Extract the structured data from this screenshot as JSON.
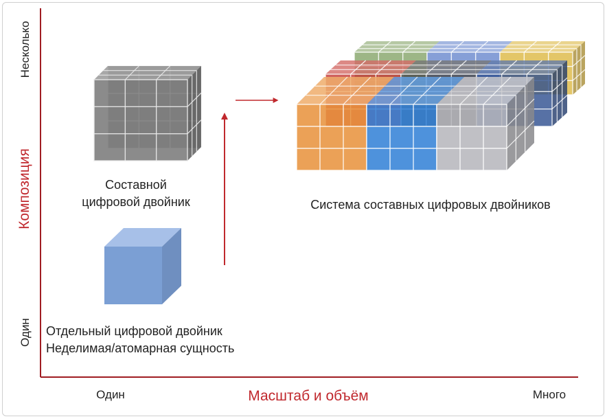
{
  "axes": {
    "y_title": "Композиция",
    "y_top": "Несколько",
    "y_bottom": "Один",
    "x_title": "Масштаб и объём",
    "x_left": "Один",
    "x_right": "Много"
  },
  "items": {
    "composite_line1": "Составной",
    "composite_line2": "цифровой двойник",
    "system_label": "Система составных цифровых двойников",
    "single_line1": "Отдельный цифровой двойник",
    "single_line2": "Неделимая/атомарная сущность"
  },
  "colors": {
    "accent": "#c0282d",
    "axis": "#a01c22",
    "single_cube": "#7b9fd4",
    "composite_cube": "#6e6e6e",
    "system_front": [
      "#e8913a",
      "#2f7fd6",
      "#b5b5bb"
    ],
    "system_middle": [
      "#c43a34",
      "#4a4a4a",
      "#2d4e8e"
    ],
    "system_back": [
      "#7c9d5e",
      "#5d7fc9",
      "#d9b336"
    ]
  }
}
